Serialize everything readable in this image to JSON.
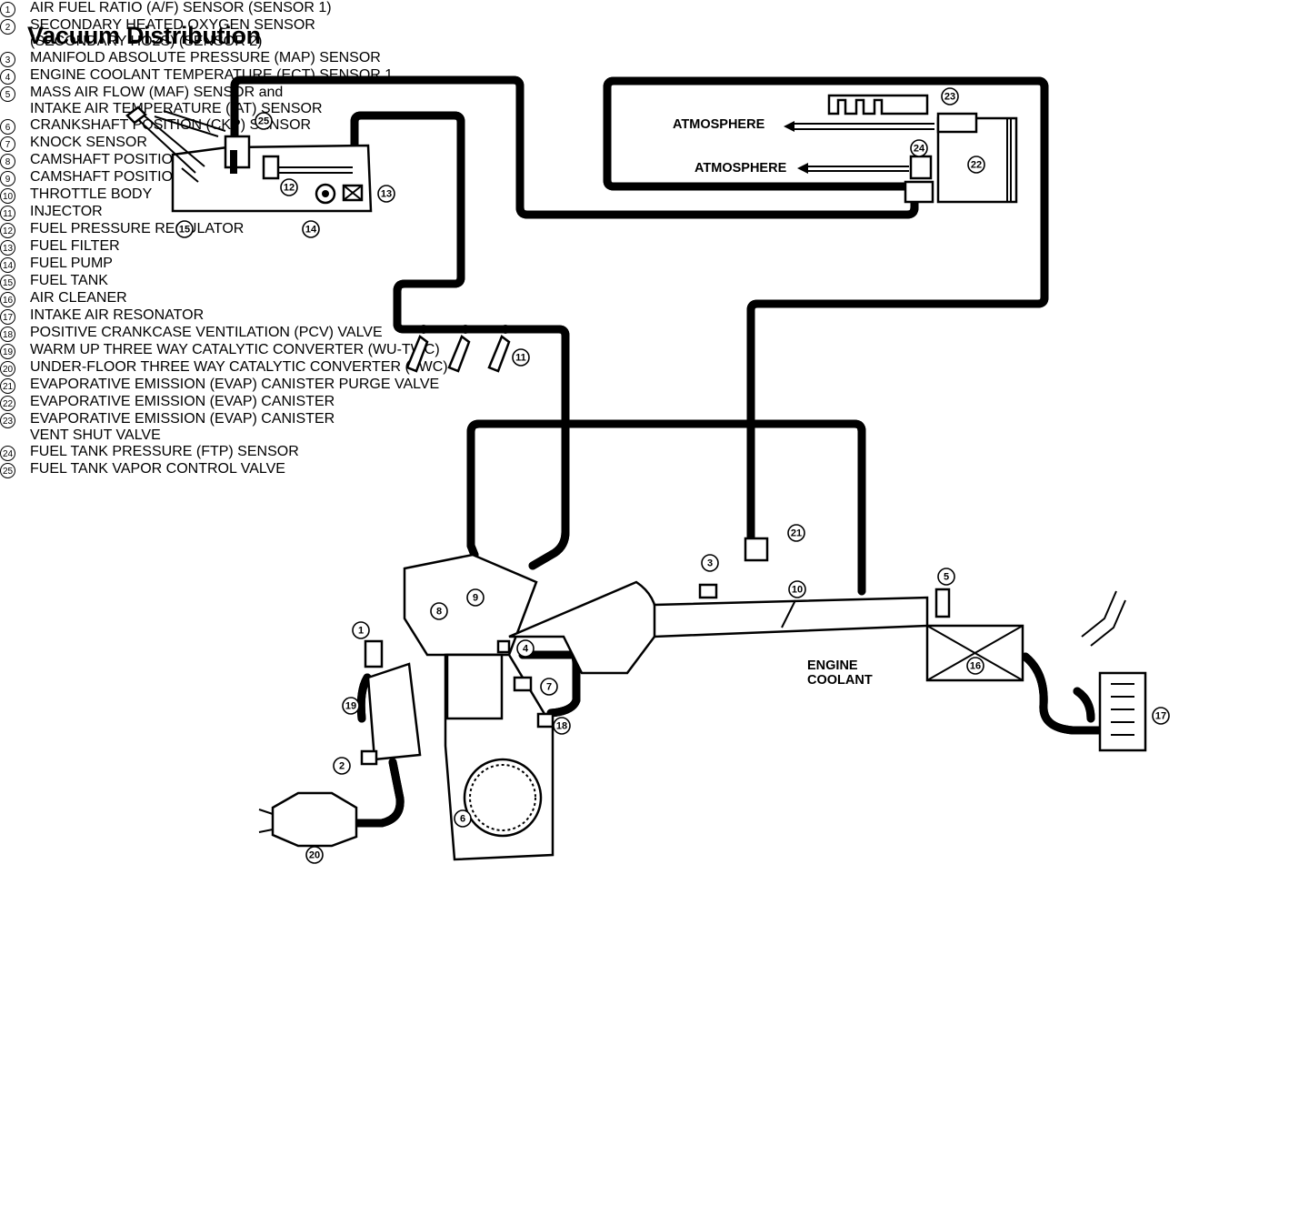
{
  "title": "Vacuum Distribution",
  "labels": {
    "atmosphere_1": "ATMOSPHERE",
    "atmosphere_2": "ATMOSPHERE",
    "engine_coolant": "ENGINE\nCOOLANT"
  },
  "callouts": [
    {
      "num": "1"
    },
    {
      "num": "2"
    },
    {
      "num": "3"
    },
    {
      "num": "4"
    },
    {
      "num": "5"
    },
    {
      "num": "6"
    },
    {
      "num": "7"
    },
    {
      "num": "8"
    },
    {
      "num": "9"
    },
    {
      "num": "10"
    },
    {
      "num": "11"
    },
    {
      "num": "12"
    },
    {
      "num": "13"
    },
    {
      "num": "14"
    },
    {
      "num": "15"
    },
    {
      "num": "16"
    },
    {
      "num": "17"
    },
    {
      "num": "18"
    },
    {
      "num": "19"
    },
    {
      "num": "20"
    },
    {
      "num": "21"
    },
    {
      "num": "22"
    },
    {
      "num": "23"
    },
    {
      "num": "24"
    },
    {
      "num": "25"
    }
  ],
  "legend_left": [
    {
      "num": "1",
      "text": "AIR FUEL RATIO (A/F) SENSOR (SENSOR 1)"
    },
    {
      "num": "2",
      "text": "SECONDARY HEATED OXYGEN SENSOR\n(SECONDARY HO2S) (SENSOR 2)"
    },
    {
      "num": "3",
      "text": "MANIFOLD ABSOLUTE PRESSURE (MAP) SENSOR"
    },
    {
      "num": "4",
      "text": "ENGINE COOLANT TEMPERATURE (ECT) SENSOR 1"
    },
    {
      "num": "5",
      "text": "MASS AIR FLOW (MAF) SENSOR and\nINTAKE AIR TEMPERATURE (IAT) SENSOR"
    },
    {
      "num": "6",
      "text": "CRANKSHAFT POSITION (CKP) SENSOR"
    },
    {
      "num": "7",
      "text": "KNOCK SENSOR"
    },
    {
      "num": "8",
      "text": "CAMSHAFT POSITION (CMP) SENSOR B"
    },
    {
      "num": "9",
      "text": "CAMSHAFT POSITION (CMP) SENSOR A"
    },
    {
      "num": "10",
      "text": "THROTTLE BODY"
    },
    {
      "num": "11",
      "text": "INJECTOR"
    },
    {
      "num": "12",
      "text": "FUEL PRESSURE REGULATOR"
    }
  ],
  "legend_right": [
    {
      "num": "13",
      "text": "FUEL FILTER"
    },
    {
      "num": "14",
      "text": "FUEL PUMP"
    },
    {
      "num": "15",
      "text": "FUEL TANK"
    },
    {
      "num": "16",
      "text": "AIR CLEANER"
    },
    {
      "num": "17",
      "text": "INTAKE AIR RESONATOR"
    },
    {
      "num": "18",
      "text": "POSITIVE CRANKCASE VENTILATION (PCV) VALVE"
    },
    {
      "num": "19",
      "text": "WARM UP THREE WAY CATALYTIC CONVERTER (WU-TWC)"
    },
    {
      "num": "20",
      "text": "UNDER-FLOOR THREE WAY CATALYTIC CONVERTER (TWC)"
    },
    {
      "num": "21",
      "text": "EVAPORATIVE EMISSION (EVAP) CANISTER PURGE VALVE"
    },
    {
      "num": "22",
      "text": "EVAPORATIVE EMISSION (EVAP) CANISTER"
    },
    {
      "num": "23",
      "text": "EVAPORATIVE EMISSION (EVAP) CANISTER\nVENT SHUT VALVE"
    },
    {
      "num": "24",
      "text": "FUEL TANK PRESSURE (FTP) SENSOR"
    },
    {
      "num": "25",
      "text": "FUEL TANK VAPOR CONTROL VALVE"
    }
  ]
}
